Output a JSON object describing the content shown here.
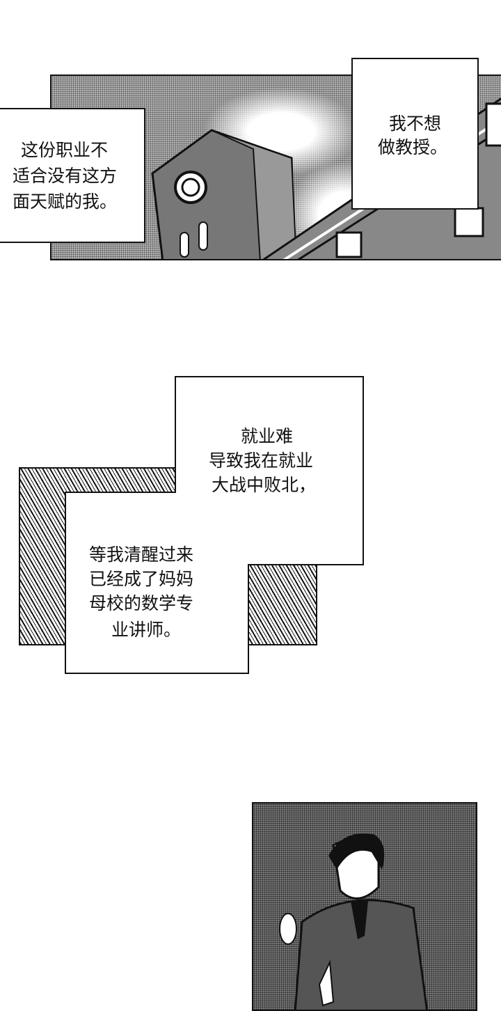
{
  "panels": [
    {
      "scene": "clock-tower-building",
      "captions": [
        {
          "lines": [
            "这份职业不",
            "适合没有这方",
            "面天赋的我。"
          ]
        },
        {
          "lines": [
            "我不想",
            "做教授。"
          ]
        }
      ]
    },
    {
      "scene": "speed-lines",
      "captions": [
        {
          "lines": [
            "就业难",
            "导致我在就业",
            "大战中败北，"
          ]
        },
        {
          "lines": [
            "等我清醒过来",
            "已经成了妈妈",
            "母校的数学专",
            "业讲师。"
          ]
        }
      ]
    },
    {
      "scene": "man-holding-chalk-and-book"
    }
  ],
  "colors": {
    "ink": "#111111",
    "paper": "#ffffff"
  }
}
